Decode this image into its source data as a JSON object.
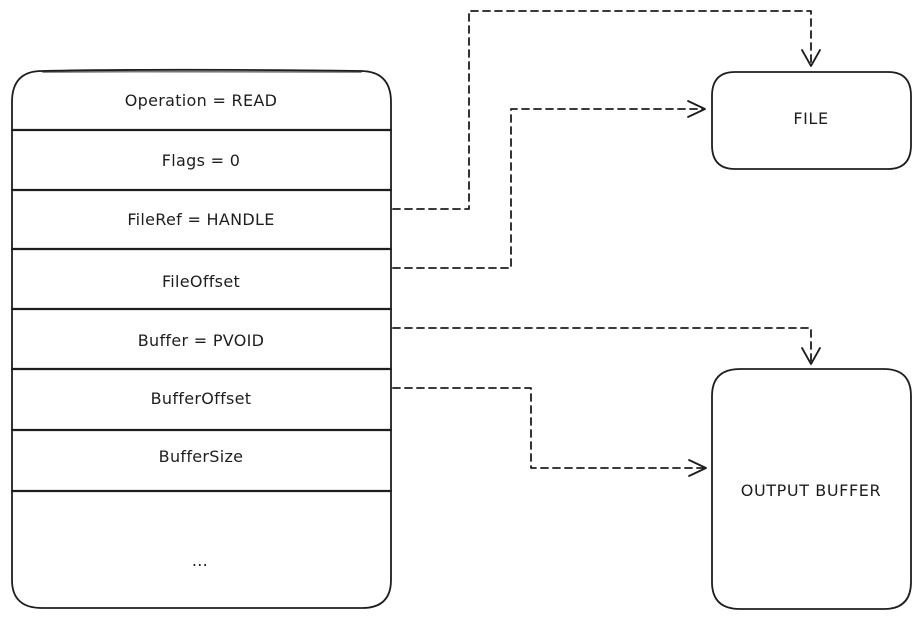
{
  "struct": {
    "fields": [
      "Operation = READ",
      "Flags = 0",
      "FileRef = HANDLE",
      "FileOffset",
      "Buffer = PVOID",
      "BufferOffset",
      "BufferSize",
      "..."
    ]
  },
  "targets": {
    "file": "FILE",
    "output_buffer": "OUTPUT BUFFER"
  },
  "colors": {
    "stroke": "#1e1e1e",
    "background": "#ffffff"
  }
}
